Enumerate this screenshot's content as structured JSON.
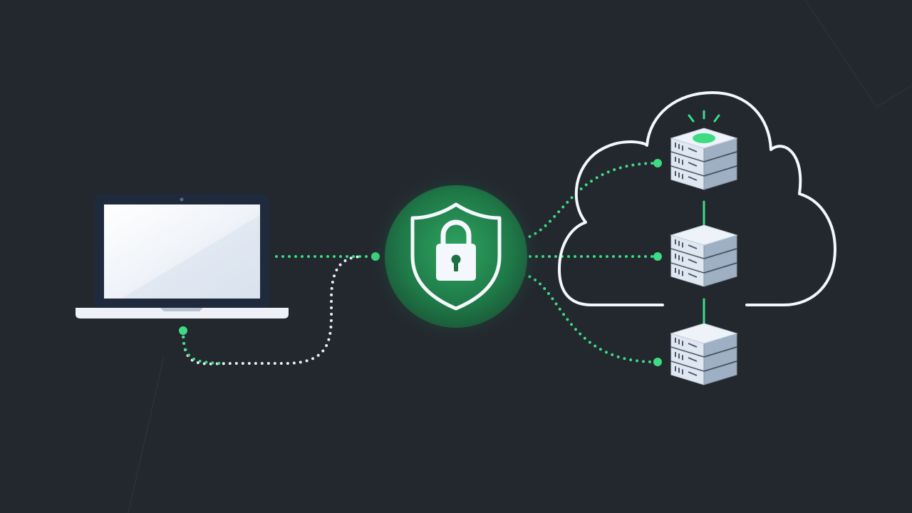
{
  "colors": {
    "background": "#23272e",
    "accent": "#3ddc84",
    "accent_dim": "#2a9d5c",
    "white": "#f4f7fb",
    "server_face": "#dfe7f1",
    "server_dark": "#9fb0c4",
    "laptop_frame": "#1f2a3c",
    "laptop_screen": "#e9eef5"
  },
  "icons": {
    "client": "laptop-icon",
    "gateway": "shield-lock-icon",
    "cloud": "cloud-icon",
    "servers": [
      "server-stack-icon",
      "server-stack-icon",
      "server-stack-icon"
    ]
  },
  "servers": [
    {
      "id": "server-top",
      "status": "active"
    },
    {
      "id": "server-middle",
      "status": "idle"
    },
    {
      "id": "server-bottom",
      "status": "idle"
    }
  ]
}
